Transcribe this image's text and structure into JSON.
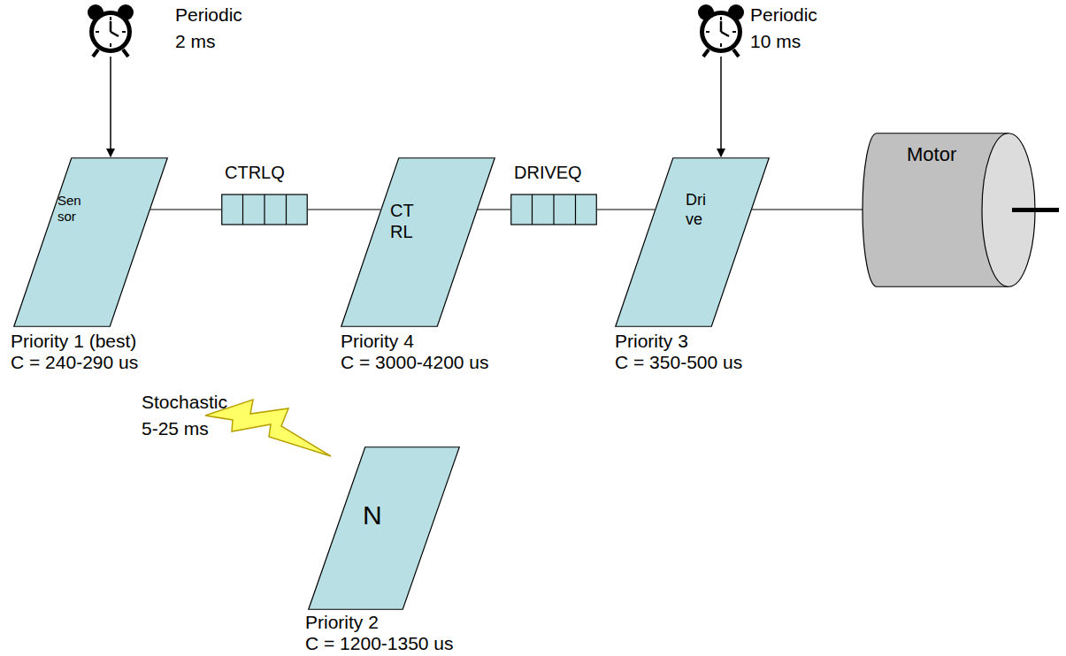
{
  "diagram": {
    "nodes": [
      {
        "text": [
          "Sen sor"
        ]
      },
      {
        "text": [
          "CTRLQ"
        ]
      },
      {
        "text": [
          "CT RL"
        ]
      },
      {
        "text": [
          "DRIVEQ"
        ]
      },
      {
        "text": [
          "Dri ve"
        ]
      },
      {
        "text": [
          "Motor"
        ]
      },
      {
        "text": [
          "N"
        ]
      }
    ],
    "edges": [
      {
        "from": 0,
        "to": 1,
        "arrow": "none"
      },
      {
        "from": 1,
        "to": 2,
        "arrow": "none"
      },
      {
        "from": 2,
        "to": 3,
        "arrow": "none"
      },
      {
        "from": 3,
        "to": 4,
        "arrow": "none"
      },
      {
        "from": 4,
        "to": 5,
        "arrow": "none"
      }
    ],
    "labels": [
      "Periodic 2 ms",
      "Periodic 10 ms",
      "Priority 1 (best)",
      "C = 240-290 us",
      "Priority 4",
      "C = 3000-4200 us",
      "Priority 3",
      "C = 350-500 us",
      "Stochastic 5-25 ms",
      "Priority 2",
      "C = 1200-1350 us"
    ]
  }
}
